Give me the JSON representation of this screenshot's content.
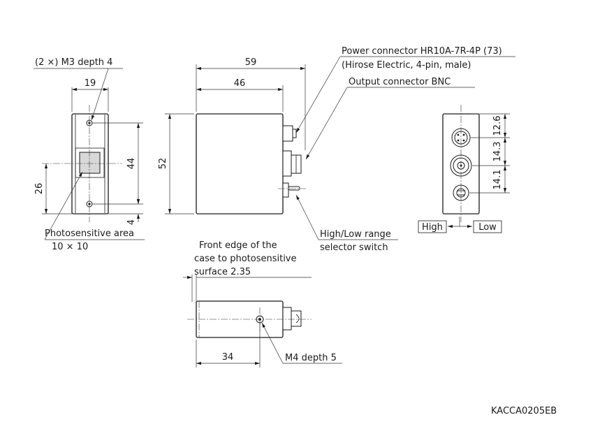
{
  "labels": {
    "mounting_holes": "(2 ×) M3 depth 4",
    "power_connector_line1": "Power connector HR10A-7R-4P (73)",
    "power_connector_line2": "(Hirose Electric, 4-pin, male)",
    "output_connector": "Output connector BNC",
    "photosensitive_area_line1": "Photosensitive area",
    "photosensitive_area_line2": "10 × 10",
    "range_switch_line1": "High/Low range",
    "range_switch_line2": "selector switch",
    "front_edge_line1": "Front edge of the",
    "front_edge_line2": "case to photosensitive",
    "front_edge_line3": "surface 2.35",
    "m4_hole": "M4 depth 5",
    "switch_high": "High",
    "switch_low": "Low",
    "drawing_code": "KACCA0205EB"
  },
  "dimensions": {
    "width_19": "19",
    "width_59": "59",
    "width_46": "46",
    "height_52": "52",
    "height_44": "44",
    "height_26": "26",
    "height_4": "4",
    "pitch_12_6": "12.6",
    "pitch_14_3": "14.3",
    "pitch_14_1": "14.1",
    "depth_34": "34"
  }
}
